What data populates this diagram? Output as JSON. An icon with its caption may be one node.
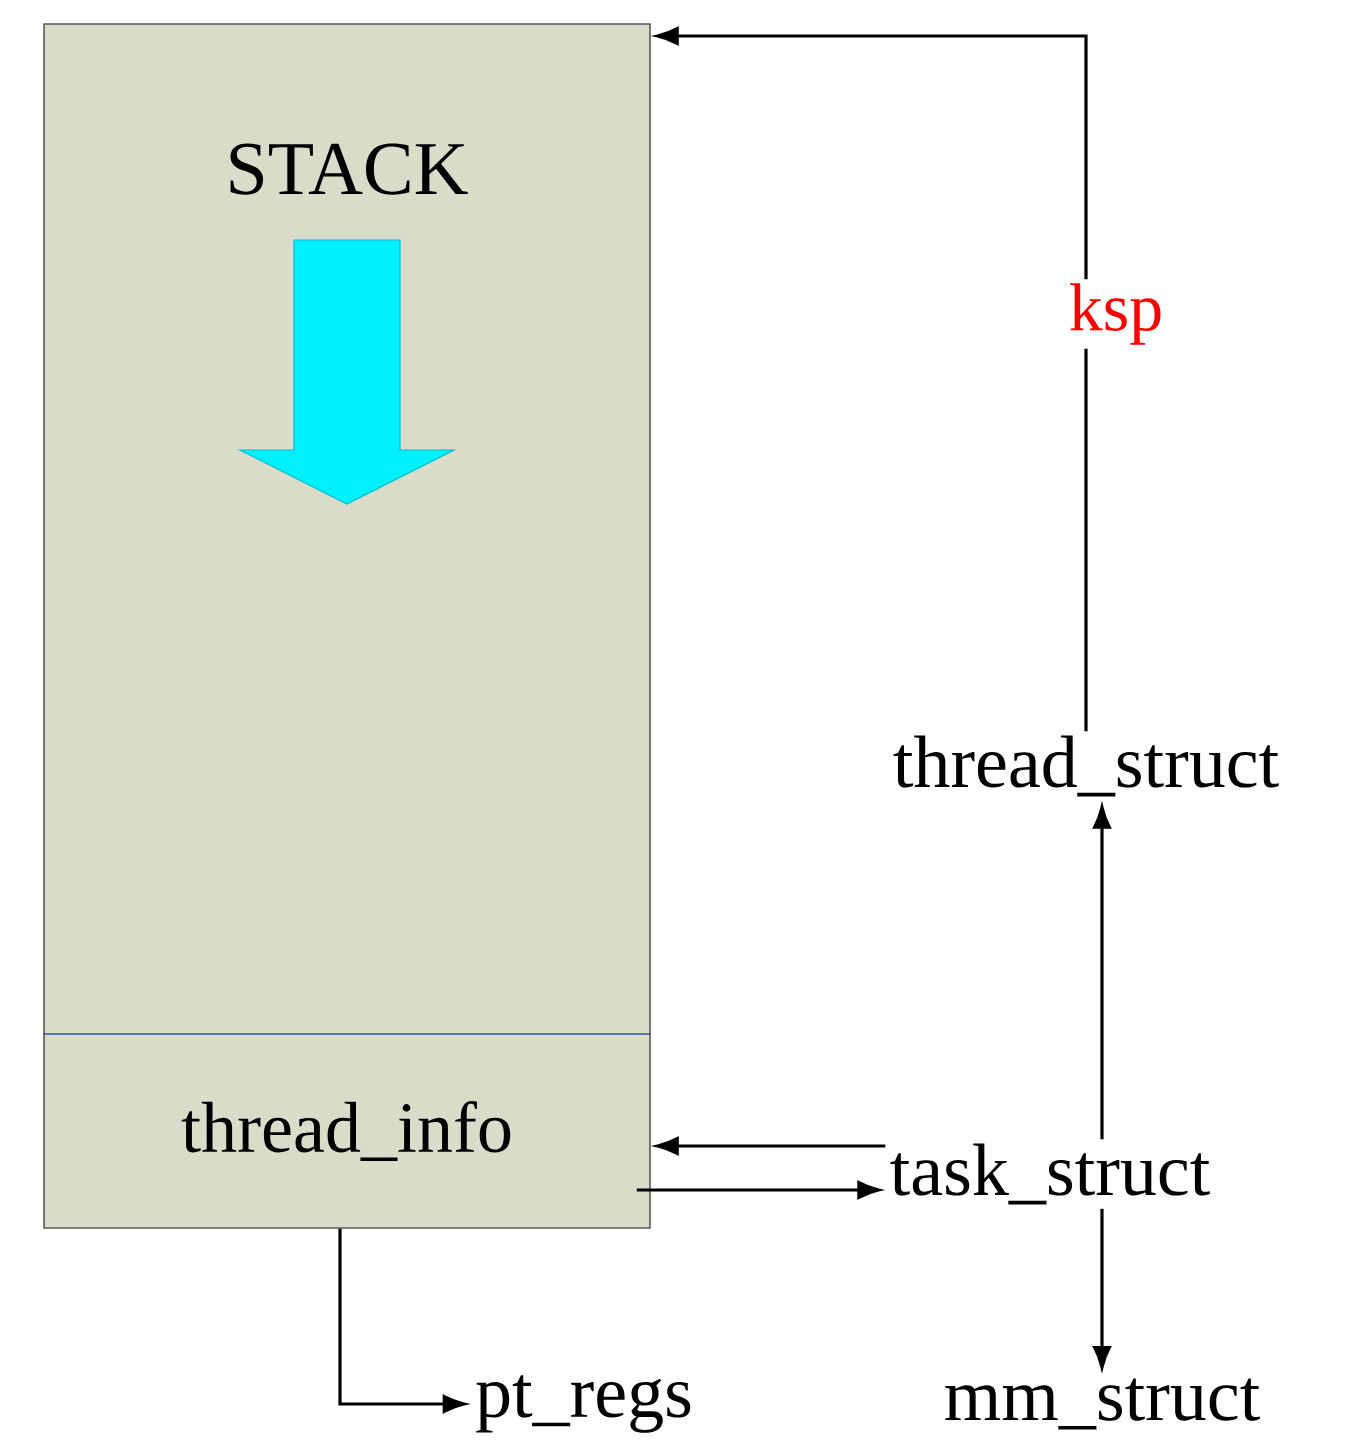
{
  "diagram": {
    "nodes": [
      {
        "text": [
          "STACK"
        ]
      },
      {
        "text": [
          "thread_info"
        ]
      },
      {
        "text": [
          "thread_struct"
        ]
      },
      {
        "text": [
          "task_struct"
        ]
      },
      {
        "text": [
          "mm_struct"
        ]
      },
      {
        "text": [
          "pt_regs"
        ]
      }
    ],
    "edges": [
      {
        "from": 2,
        "to": 0,
        "arrow": "to",
        "label": "ksp"
      },
      {
        "from": 3,
        "to": 1,
        "arrow": "to"
      },
      {
        "from": 1,
        "to": 3,
        "arrow": "to"
      },
      {
        "from": 3,
        "to": 2,
        "arrow": "to"
      },
      {
        "from": 3,
        "to": 4,
        "arrow": "to"
      },
      {
        "from": 1,
        "to": 5,
        "arrow": "to"
      }
    ]
  }
}
